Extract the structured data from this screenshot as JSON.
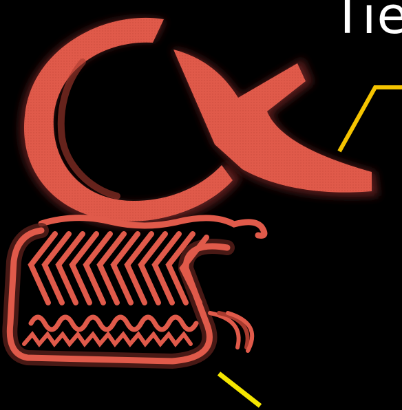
{
  "slide": {
    "title_fragment": "Tie"
  },
  "colors": {
    "background": "#000000",
    "protein_fill": "#e05a4a",
    "protein_shadow": "#5a1f1a",
    "protein_mid": "#a83a2e",
    "leader_line_1": "#f5c400",
    "leader_line_2": "#f5e600",
    "title_text": "#ffffff"
  },
  "shapes": {
    "ring_domain": "tie-receptor-ring",
    "arm_domain": "tie-receptor-arm",
    "tail_domain": "transmembrane-helix-bundle"
  }
}
